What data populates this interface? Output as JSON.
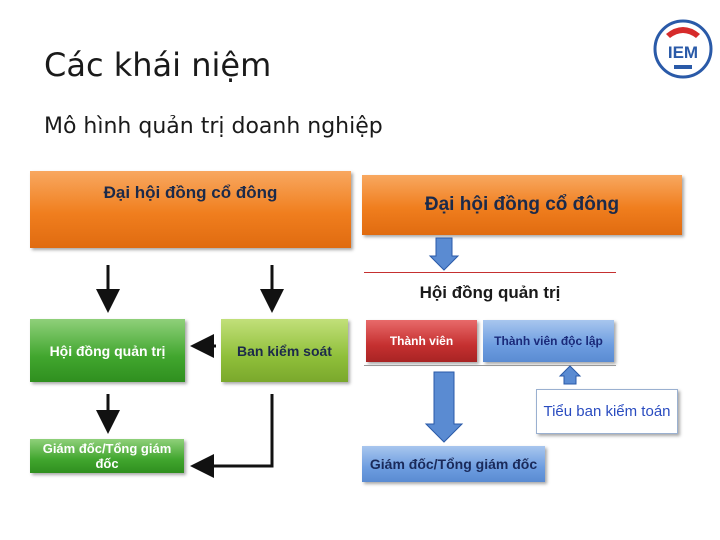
{
  "slide": {
    "title": "Các khái niệm",
    "subtitle": "Mô hình quản trị doanh nghiệp"
  },
  "logo": {
    "text": "IEM"
  },
  "left_model": {
    "shareholders": "Đại hội đồng cổ đông",
    "board": "Hội đồng quản trị",
    "supervisory": "Ban kiểm soát",
    "director": "Giám đốc/Tổng giám đốc"
  },
  "right_model": {
    "shareholders": "Đại hội đồng cổ đông",
    "board": "Hội đồng quản trị",
    "member": "Thành viên",
    "independent_member": "Thành viên độc lập",
    "audit_committee": "Tiểu ban kiểm toán",
    "director": "Giám đốc/Tổng giám đốc"
  },
  "colors": {
    "orange": "#f07e1e",
    "green": "#41a62e",
    "lime": "#8fbf3a",
    "red": "#c53030",
    "blue": "#6d9de0",
    "dark_blue": "#2a5aa8"
  }
}
